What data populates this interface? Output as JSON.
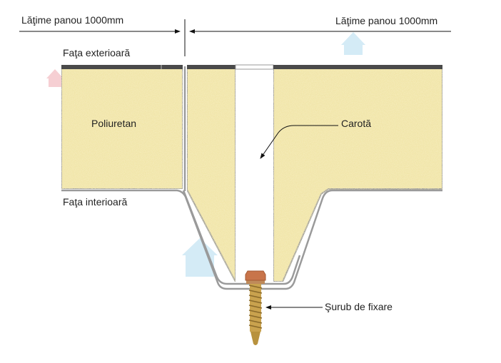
{
  "dimensions": {
    "left_width_label": "Lăţime panou 1000mm",
    "right_width_label": "Lăţime panou 1000mm"
  },
  "labels": {
    "exterior_face": "Faţa exterioară",
    "interior_face": "Faţa interioară",
    "insulation": "Poliuretan",
    "core_gap": "Carotă",
    "fixing_screw": "Şurub de fixare"
  },
  "colors": {
    "foam": "#f1e5a8",
    "steel": "#9a9a9a",
    "top_skin": "#4a4a4a",
    "screw_head": "#c8744a",
    "screw_shank": "#c9a24e",
    "watermark": "#cfe9f5"
  }
}
